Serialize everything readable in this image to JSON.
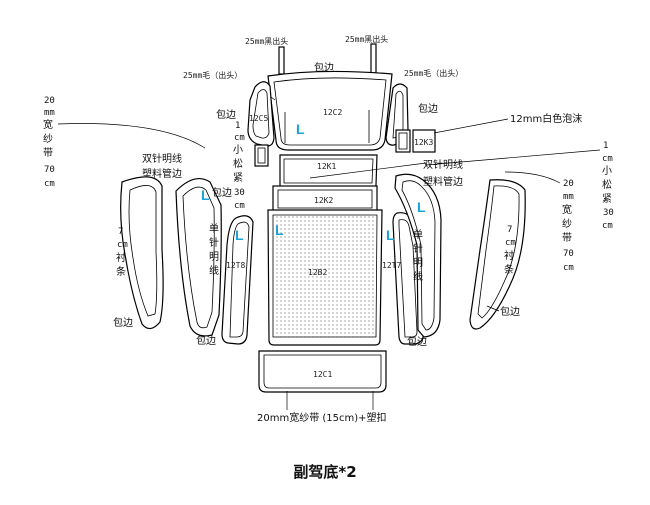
{
  "title": "副驾底*2",
  "labels": {
    "strap_left": "25mm黑出头",
    "strap_right": "25mm黑出头",
    "hair_left": "25mm毛（出头）",
    "hair_right": "25mm毛（出头）",
    "binding_top": "包边",
    "binding_upper_left": "包边",
    "binding_upper_right": "包边",
    "binding_mid_left": "包边",
    "binding_lower_left": "包边",
    "binding_lower_left2": "包边",
    "binding_lower_right": "包边",
    "binding_lower_right2": "包边",
    "foam": "12mm白色泡沫",
    "double_stitch_left": "双针明线",
    "plastic_tube_left": "塑料管边",
    "double_stitch_right": "双针明线",
    "plastic_tube_right": "塑料管边",
    "bottom_note": "20mm宽纱带 (15cm)+塑扣"
  },
  "vertical_notes": {
    "left_band_num": "20",
    "left_band_unit": "mm",
    "left_band_chars": [
      "宽",
      "纱",
      "带"
    ],
    "left_band_len_num": "70",
    "left_band_len_unit": "cm",
    "left_elastic_num": "1",
    "left_elastic_unit": "cm",
    "left_elastic_chars": [
      "小",
      "松",
      "紧"
    ],
    "left_elastic_len_num": "30",
    "left_elastic_len_unit": "cm",
    "left_lining_num": "7",
    "left_lining_unit": "cm",
    "left_lining_chars": [
      "衬",
      "条"
    ],
    "left_single_chars": [
      "单",
      "针",
      "明",
      "线"
    ],
    "right_elastic_num": "1",
    "right_elastic_unit": "cm",
    "right_elastic_chars": [
      "小",
      "松",
      "紧"
    ],
    "right_elastic_len_num": "30",
    "right_elastic_len_unit": "cm",
    "right_band_num": "20",
    "right_band_unit": "mm",
    "right_band_chars": [
      "宽",
      "纱",
      "带"
    ],
    "right_band_len_num": "70",
    "right_band_len_unit": "cm",
    "right_lining_num": "7",
    "right_lining_unit": "cm",
    "right_lining_chars": [
      "衬",
      "条"
    ],
    "right_single_chars": [
      "单",
      "针",
      "明",
      "线"
    ]
  },
  "part_codes": {
    "c2": "12C2",
    "c5": "12C5",
    "k3": "12K3",
    "k1": "12K1",
    "k2": "12K2",
    "b2": "12B2",
    "t8": "12T8",
    "t7": "12T7",
    "c1": "12C1"
  },
  "marks": {
    "l1": "L",
    "l2": "L",
    "l3": "L",
    "l4": "L",
    "l5": "L",
    "l6": "L"
  }
}
